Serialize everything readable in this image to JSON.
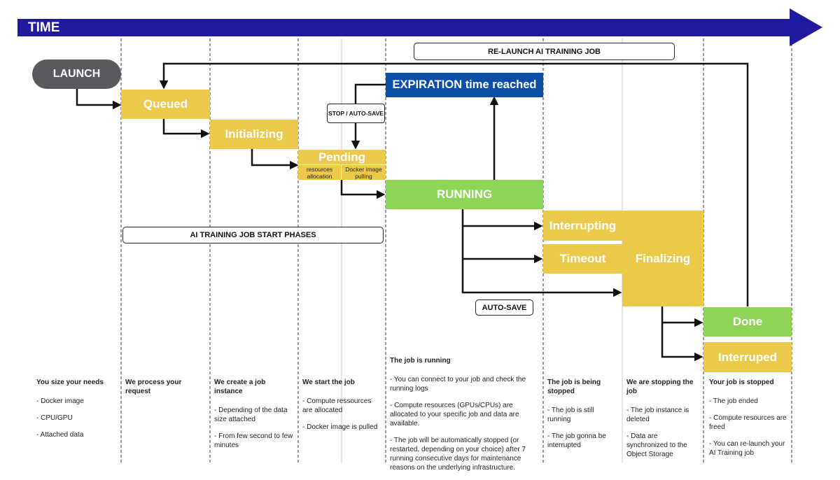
{
  "timeline_label": "TIME",
  "launch_label": "LAUNCH",
  "relaunch_label": "RE-LAUNCH AI TRAINING JOB",
  "start_phases_label": "AI TRAINING JOB START PHASES",
  "expiration_label": "EXPIRATION time reached",
  "stop_autosave_label": "STOP / AUTO-SAVE",
  "autosave_label": "AUTO-SAVE",
  "states": {
    "queued": "Queued",
    "initializing": "Initializing",
    "pending": "Pending",
    "pending_sub1": "resources allocation",
    "pending_sub2": "Docker image pulling",
    "running": "RUNNING",
    "interrupting": "Interrupting",
    "timeout": "Timeout",
    "finalizing": "Finalizing",
    "done": "Done",
    "interrupted": "Interruped"
  },
  "columns": [
    {
      "heading": "You size your needs",
      "items": [
        "- Docker image",
        "- CPU/GPU",
        "- Attached data"
      ]
    },
    {
      "heading": "We process your request",
      "items": []
    },
    {
      "heading": "We create a job instance",
      "items": [
        "- Depending of the data size attached",
        "- From few second to few minutes"
      ]
    },
    {
      "heading": "We start the job",
      "items": [
        "- Compute ressources are allocated",
        "- Docker image is pulled"
      ]
    },
    {
      "heading": "The job is running",
      "items": [
        "- You can connect to your job and check the running logs",
        "- Compute resources (GPUs/CPUs) are allocated to your specific job and data are available.",
        "- The job will be automatically stopped (or restarted, depending on your choice) after 7 running consecutive days for maintenance reasons on the underlying infrastructure."
      ]
    },
    {
      "heading": "The job is being stopped",
      "items": [
        "- The job is still running",
        "- The job gonna be interrupted"
      ]
    },
    {
      "heading": "We are stopping the job",
      "items": [
        "- The job instance is deleted",
        "- Data are synchronized to the Object Storage"
      ]
    },
    {
      "heading": "Your job is stopped",
      "items": [
        "- The job ended",
        "- Compute resources are freed",
        "- You can re-launch your AI Training job"
      ]
    }
  ],
  "colors": {
    "timeline": "#1f1a9e",
    "phase_yellow": "#ecc94b",
    "running_green": "#8ed557",
    "expiration_blue": "#0b4ea8",
    "launch_gray": "#5a5a5e"
  }
}
